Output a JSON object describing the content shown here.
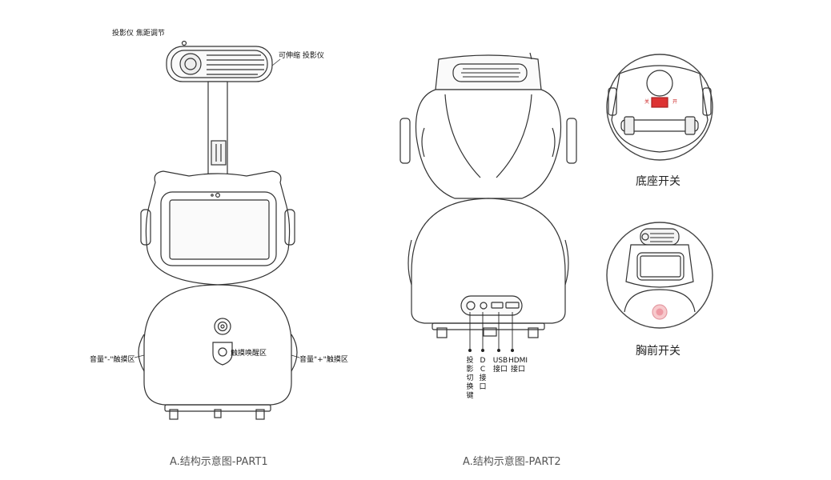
{
  "part1": {
    "label_projector_focus": "投影仪 焦距调节",
    "label_retractable_projector": "可伸缩 投影仪",
    "label_touch_wake_zone": "触摸唤醒区",
    "label_volume_minus": "音量\"-\"触摸区",
    "label_volume_plus": "音量\"+\"触摸区",
    "caption": "A.结构示意图-PART1"
  },
  "part2": {
    "ports": [
      {
        "label": "投影切换键"
      },
      {
        "label": "DC接口"
      },
      {
        "label": "USB接口"
      },
      {
        "label": "HDMI接口"
      }
    ],
    "caption": "A.结构示意图-PART2"
  },
  "insets": {
    "base_switch": "底座开关",
    "chest_switch": "胸前开关",
    "switch_on": "开",
    "switch_off": "关"
  }
}
